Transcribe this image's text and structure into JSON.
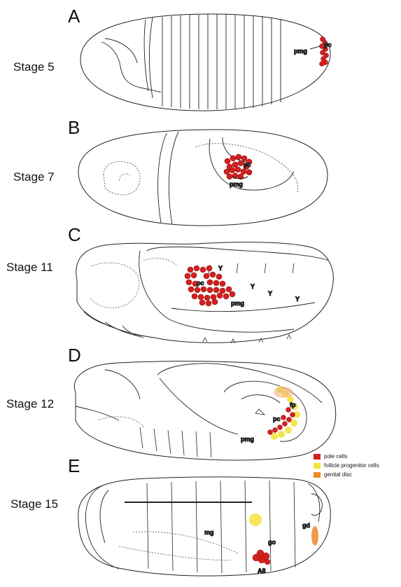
{
  "panels": [
    {
      "letter": "A",
      "stage": "Stage 5",
      "labels": {
        "pc": "pc",
        "pmg": "pmg"
      }
    },
    {
      "letter": "B",
      "stage": "Stage 7",
      "labels": {
        "pc": "pc",
        "pmg": "pmg"
      }
    },
    {
      "letter": "C",
      "stage": "Stage 11",
      "labels": {
        "pc": "pc",
        "pmg": "pmg",
        "marks": [
          "Y",
          "Y",
          "Y",
          "Y"
        ]
      }
    },
    {
      "letter": "D",
      "stage": "Stage 12",
      "labels": {
        "fp": "fp",
        "pc": "pc",
        "pmg": "pmg"
      }
    },
    {
      "letter": "E",
      "stage": "Stage 15",
      "labels": {
        "mg": "mg",
        "go": "go",
        "gd": "gd",
        "a8": "A8"
      }
    }
  ],
  "legend": {
    "items": [
      {
        "label": "pole cells",
        "color": "#d42020"
      },
      {
        "label": "follicle progenitor cells",
        "color": "#f2e43a"
      },
      {
        "label": "genital disc",
        "color": "#ef8a2a"
      }
    ]
  }
}
